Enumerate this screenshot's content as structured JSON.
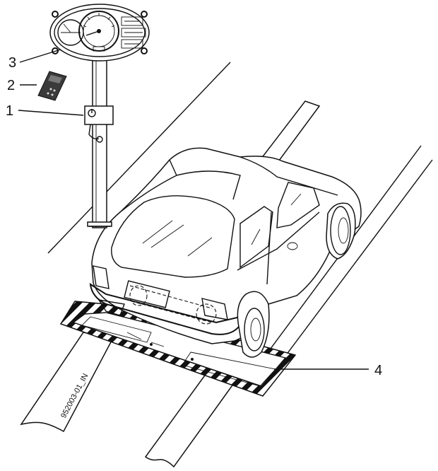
{
  "diagram": {
    "callouts": [
      {
        "number": "1",
        "target": "control-box"
      },
      {
        "number": "2",
        "target": "remote-control"
      },
      {
        "number": "3",
        "target": "display-cockpit"
      },
      {
        "number": "4",
        "target": "test-bench"
      }
    ],
    "figure_code": "952003-01_IN"
  },
  "colors": {
    "line": "#111111",
    "background": "#ffffff",
    "remote": "#3a3a3a"
  }
}
